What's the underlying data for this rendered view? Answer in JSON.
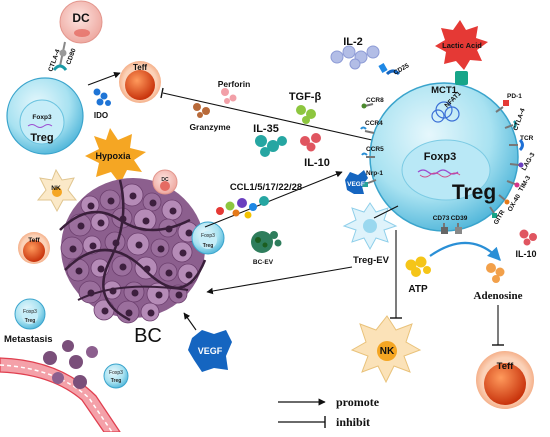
{
  "cells": {
    "dc_top": "DC",
    "teff_top": "Teff",
    "treg_small": "Treg",
    "foxp3_small": "Foxp3",
    "treg_big": "Treg",
    "foxp3_big": "Foxp3",
    "nk_left": "NK",
    "teff_left": "Teff",
    "dc_mid": "DC",
    "nk_bottom": "NK",
    "teff_bottom": "Teff",
    "treg_bc": "Treg",
    "foxp3_bc": "Foxp3",
    "treg_left": "Treg",
    "foxp3_left": "Foxp3",
    "treg_meta": "Treg",
    "foxp3_meta": "Foxp3"
  },
  "molecules": {
    "cd80": "CD80",
    "ctla4_left": "CTLA-4",
    "ido": "IDO",
    "perforin": "Perforin",
    "granzyme": "Granzyme",
    "il2": "IL-2",
    "tgfb": "TGF-β",
    "il35": "IL-35",
    "il10_mid": "IL-10",
    "ccl": "CCL1/5/17/22/28",
    "bc_ev": "BC-EV",
    "treg_ev": "Treg-EV",
    "vegf_right": "VEGF",
    "vegf_bottom": "VEGF",
    "lactic_acid": "Lactic Acid",
    "mct1": "MCT1",
    "nfat1": "NFAT1",
    "atp": "ATP",
    "adenosine": "Adenosine",
    "il10_right": "IL-10"
  },
  "receptors": {
    "cd25": "CD25",
    "ccr8": "CCR8",
    "ccr4": "CCR4",
    "ccr5": "CCR5",
    "nrp1": "Nrp-1",
    "pd1": "PD-1",
    "ctla4": "CTLA-4",
    "tcr": "TCR",
    "lag3": "LAG-3",
    "tim3": "TIM-3",
    "ox40": "OX-40",
    "gitr": "GITR",
    "cd73": "CD73",
    "cd39": "CD39"
  },
  "labels": {
    "hypoxia": "Hypoxia",
    "bc": "BC",
    "metastasis": "Metastasis"
  },
  "legend": {
    "promote": "promote",
    "inhibit": "inhibit"
  },
  "colors": {
    "treg_body": "#7fd4ea",
    "treg_dark": "#2d9cc4",
    "teff_body": "#e8501a",
    "dc_body": "#f6c9c4",
    "tumor": "#7a4f7a",
    "hypoxia": "#f5a623",
    "vegf": "#1565c0",
    "lactic": "#e53935",
    "vessel": "#e04050"
  }
}
